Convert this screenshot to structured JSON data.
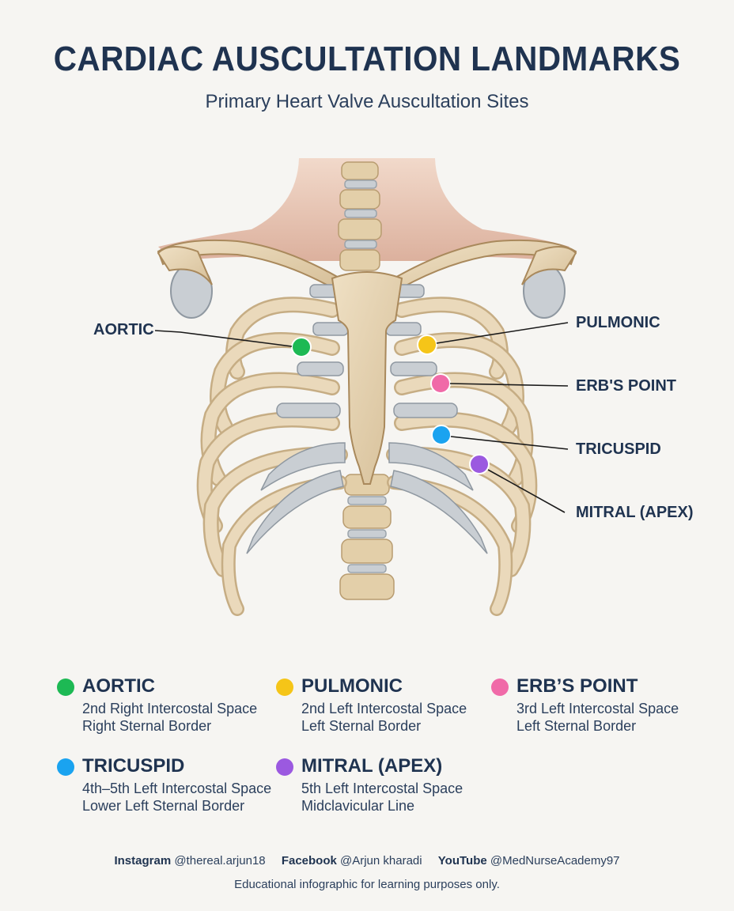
{
  "header": {
    "title": "CARDIAC AUSCULTATION LANDMARKS",
    "subtitle": "Primary Heart Valve Auscultation Sites"
  },
  "callouts": {
    "aortic": "AORTIC",
    "pulmonic": "PULMONIC",
    "erbs": "ERB'S POINT",
    "tricuspid": "TRICUSPID",
    "mitral": "MITRAL (APEX)"
  },
  "colors": {
    "aortic": "#1db954",
    "pulmonic": "#f5c518",
    "erbs": "#f06aa8",
    "tricuspid": "#1aa3f0",
    "mitral": "#9b59e0",
    "bone": "#e6d3b2",
    "cartilage": "#c9ced3",
    "skin": "#e7c2ad",
    "text": "#1f3350"
  },
  "legend": [
    {
      "key": "aortic",
      "name": "AORTIC",
      "line1": "2nd Right Intercostal Space",
      "line2": "Right Sternal Border"
    },
    {
      "key": "pulmonic",
      "name": "PULMONIC",
      "line1": "2nd Left Intercostal Space",
      "line2": "Left Sternal Border"
    },
    {
      "key": "erbs",
      "name": "ERB’S POINT",
      "line1": "3rd Left Intercostal Space",
      "line2": "Left Sternal Border"
    },
    {
      "key": "tricuspid",
      "name": "TRICUSPID",
      "line1": "4th–5th Left Intercostal Space",
      "line2": "Lower Left Sternal Border"
    },
    {
      "key": "mitral",
      "name": "MITRAL (APEX)",
      "line1": "5th Left Intercostal Space",
      "line2": "Midclavicular Line"
    }
  ],
  "footer": {
    "instagram_label": "Instagram",
    "instagram_handle": "@thereal.arjun18",
    "facebook_label": "Facebook",
    "facebook_handle": "@Arjun kharadi",
    "youtube_label": "YouTube",
    "youtube_handle": "@MedNurseAcademy97",
    "disclaimer": "Educational infographic for learning purposes only."
  }
}
